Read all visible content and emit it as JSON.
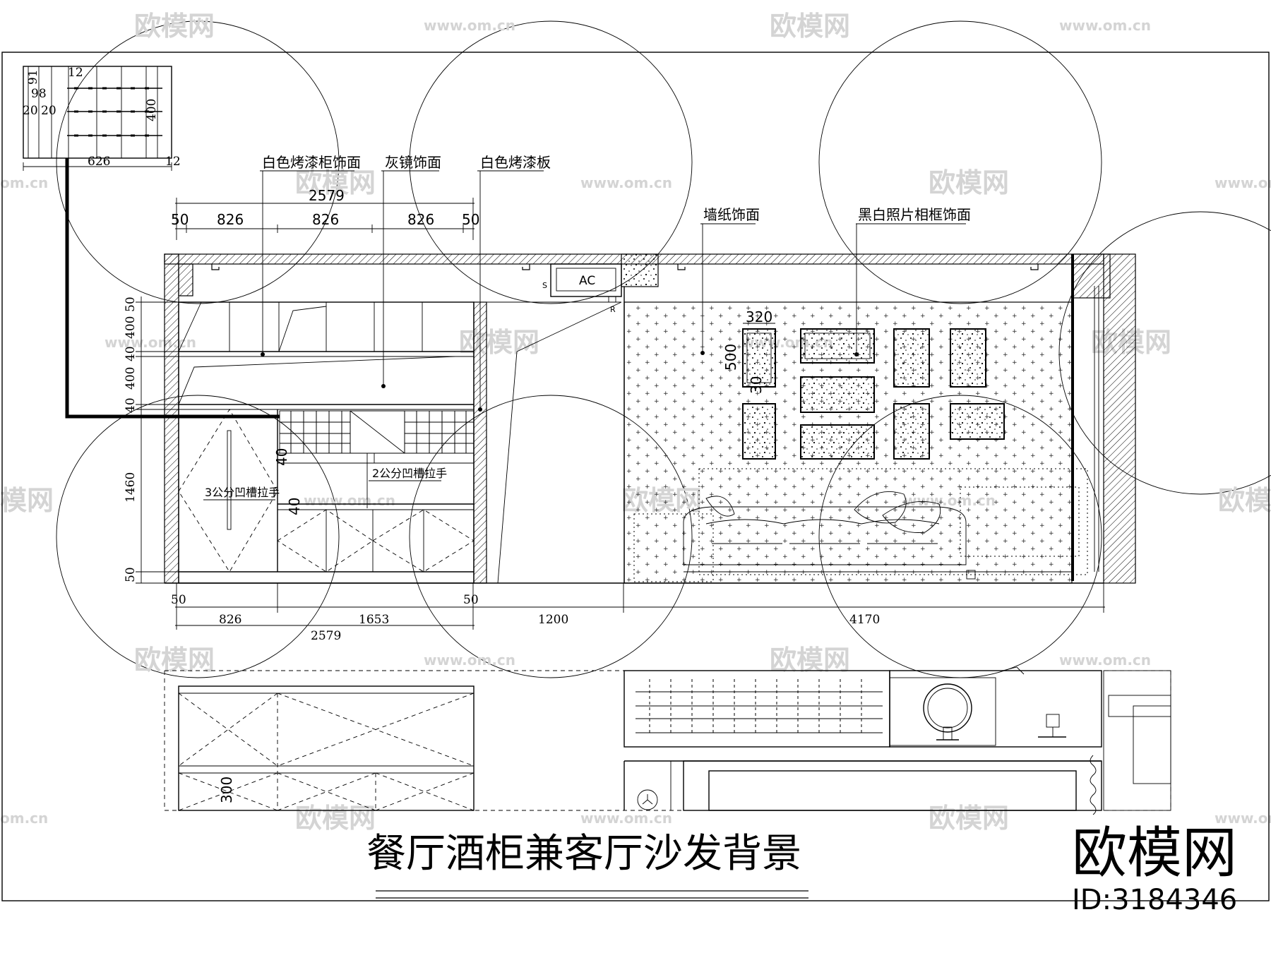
{
  "title": "餐厅酒柜兼客厅沙发背景",
  "logo": {
    "name": "欧模网",
    "id": "ID:3184346"
  },
  "watermark": {
    "text": "欧模网",
    "url": "www.om.cn",
    "url_partial": "om.cn",
    "text_partial": "模网"
  },
  "callouts": {
    "white_lacquer_cabinet": "白色烤漆柜饰面",
    "grey_mirror": "灰镜饰面",
    "white_lacquer_board": "白色烤漆板",
    "wallpaper": "墙纸饰面",
    "photo_frames": "黑白照片相框饰面",
    "handle_3cm": "3公分凹槽拉手",
    "handle_2cm": "2公分凹槽拉手",
    "ac": "AC",
    "s_mark": "S",
    "r_mark": "R"
  },
  "detail_dims": {
    "d91": "91",
    "d12a": "12",
    "d98": "98",
    "d20a": "20",
    "d20b": "20",
    "d400": "400",
    "d626": "626",
    "d12b": "12"
  },
  "top_dims": {
    "total": "2579",
    "a": "50",
    "b": "826",
    "c": "826",
    "d": "826",
    "e": "50"
  },
  "left_dims": {
    "a": "50",
    "b": "400",
    "c": "40",
    "d": "400",
    "e": "40",
    "f": "1460",
    "g": "50"
  },
  "inner_dims": {
    "d40a": "40",
    "d40b": "40",
    "d320": "320",
    "d500": "500",
    "d30": "30",
    "d300": "300"
  },
  "bottom_dims": {
    "a": "50",
    "b": "50",
    "c": "826",
    "d": "1653",
    "total": "2579",
    "e": "1200",
    "f": "4170"
  }
}
